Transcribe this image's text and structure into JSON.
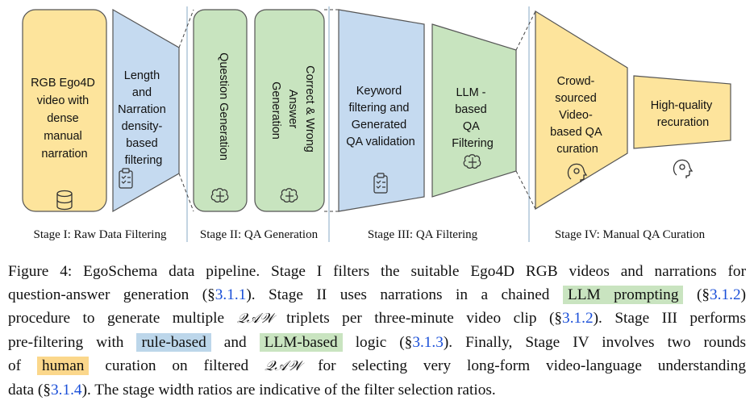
{
  "colors": {
    "yellow": "#fde49c",
    "blue": "#c5daf0",
    "green": "#c8e4bf",
    "stroke": "#555555",
    "divider": "#9bb8cf",
    "highlight_green": "#c9e4c0",
    "highlight_blue": "#bcd6ea",
    "highlight_yellow": "#fbd78b",
    "link": "#1a4fd8"
  },
  "diagram": {
    "raw_video": {
      "lines": [
        "RGB Ego4D",
        "video with",
        "dense",
        "manual",
        "narration"
      ],
      "icon": "database-icon"
    },
    "length_filter": {
      "lines": [
        "Length",
        "and",
        "Narration",
        "density-",
        "based",
        "filtering"
      ],
      "icon": "clipboard-icon"
    },
    "question_generation": {
      "text": "Question Generation",
      "icon": "brain-icon"
    },
    "answer_generation": {
      "lines": [
        "Correct & Wrong",
        "Answer",
        "Generation"
      ],
      "icon": "brain-icon"
    },
    "keyword_filter": {
      "lines": [
        "Keyword",
        "filtering and",
        "Generated",
        "QA validation"
      ],
      "icon": "clipboard-icon"
    },
    "llm_filter": {
      "lines": [
        "LLM -",
        "based",
        "QA",
        "Filtering"
      ],
      "icon": "brain-icon"
    },
    "crowd_curation": {
      "lines": [
        "Crowd-",
        "sourced",
        "Video-",
        "based QA",
        "curation"
      ],
      "icon": "human-head-icon"
    },
    "recuration": {
      "lines": [
        "High-quality",
        "recuration"
      ],
      "icon": "human-head-icon"
    }
  },
  "stage_labels": [
    "Stage I: Raw Data Filtering",
    "Stage II: QA Generation",
    "Stage III:  QA Filtering",
    "Stage IV:  Manual QA Curation"
  ],
  "caption": {
    "l1": "Figure 4:  EgoSchema data pipeline. Stage I filters the suitable Ego4D RGB videos and narrations for",
    "l2a": "question-answer generation (§",
    "l2b": "3.1.1",
    "l2c": "). Stage II uses narrations in a chained ",
    "l2d": "LLM prompting",
    "l2e": " (§",
    "l2f": "3.1.2",
    "l2g": ")",
    "l3a": "procedure to generate multiple ",
    "l3b": "𝒬𝒜𝒲",
    "l3c": " triplets per three-minute video clip (§",
    "l3d": "3.1.2",
    "l3e": "). Stage III performs",
    "l4a": "pre-filtering with ",
    "l4b": "rule-based",
    "l4c": " and ",
    "l4d": "LLM-based",
    "l4e": " logic (§",
    "l4f": "3.1.3",
    "l4g": "). Finally, Stage IV involves two rounds",
    "l5a": "of ",
    "l5b": "human",
    "l5c": " curation on filtered ",
    "l5d": "𝒬𝒜𝒲",
    "l5e": " for selecting very long-form video-language understanding",
    "l6a": "data (§",
    "l6b": "3.1.4",
    "l6c": "). The stage width ratios are indicative of the filter selection ratios."
  }
}
